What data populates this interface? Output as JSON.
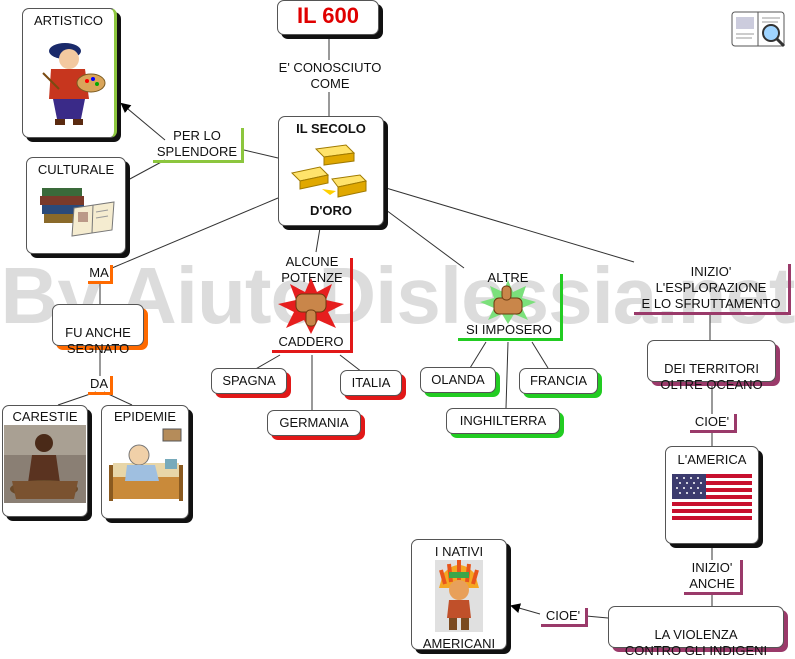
{
  "watermark": "By AiutoDislessia.net",
  "title": "IL 600",
  "link_known_as": "E' CONOSCIUTO\nCOME",
  "center": {
    "top": "IL SECOLO",
    "bottom": "D'ORO"
  },
  "splendor": {
    "link": "PER  LO\nSPLENDORE",
    "artistic": "ARTISTICO",
    "cultural": "CULTURALE"
  },
  "decline": {
    "link_ma": "MA",
    "marked": "FU ANCHE\nSEGNATO",
    "link_da": "DA",
    "famines": "CARESTIE",
    "epidemics": "EPIDEMIE"
  },
  "fallen": {
    "label": "ALCUNE\nPOTENZE",
    "verb": "CADDERO",
    "countries": [
      "SPAGNA",
      "ITALIA",
      "GERMANIA"
    ]
  },
  "risen": {
    "label": "ALTRE",
    "verb": "SI IMPOSERO",
    "countries": [
      "OLANDA",
      "FRANCIA",
      "INGHILTERRA"
    ]
  },
  "exploration": {
    "label": "INIZIO'\nL'ESPLORAZIONE\nE LO SFRUTTAMENTO",
    "territories": "DEI TERRITORI\nOLTRE OCEANO",
    "link_cioe": "CIOE'",
    "america": "L'AMERICA",
    "link_began_also": "INIZIO'\nANCHE",
    "violence": "LA VIOLENZA\nCONTRO GLI INDIGENI",
    "link_cioe2": "CIOE'",
    "natives_top": "I NATIVI",
    "natives_bottom": "AMERICANI"
  },
  "icons": [
    "painter-icon",
    "books-icon",
    "gold-bars-icon",
    "thumbs-down-icon",
    "thumbs-up-icon",
    "us-flag-icon",
    "book-magnifier-icon",
    "native-child-icon",
    "starving-child-icon",
    "sick-person-icon"
  ]
}
